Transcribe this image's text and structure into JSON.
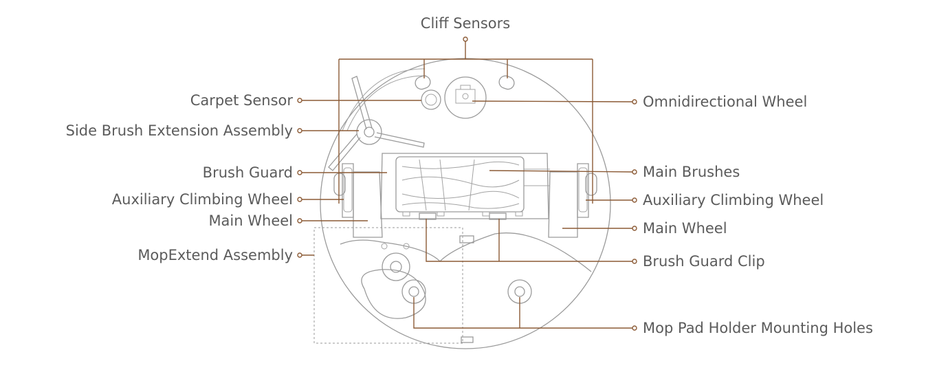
{
  "colors": {
    "leader": "#8b5a35",
    "outline": "#9a9a9a",
    "label_text": "#5b5b5b",
    "background": "#ffffff"
  },
  "labels": {
    "cliff_sensors": "Cliff Sensors",
    "carpet_sensor": "Carpet Sensor",
    "side_brush_extension_assembly": "Side Brush Extension Assembly",
    "brush_guard": "Brush Guard",
    "auxiliary_climbing_wheel_left": "Auxiliary Climbing Wheel",
    "main_wheel_left": "Main Wheel",
    "mopextend_assembly": "MopExtend Assembly",
    "omnidirectional_wheel": "Omnidirectional Wheel",
    "main_brushes": "Main Brushes",
    "auxiliary_climbing_wheel_right": "Auxiliary Climbing Wheel",
    "main_wheel_right": "Main Wheel",
    "brush_guard_clip": "Brush Guard Clip",
    "mop_pad_holder_mounting_holes": "Mop Pad Holder Mounting Holes"
  }
}
